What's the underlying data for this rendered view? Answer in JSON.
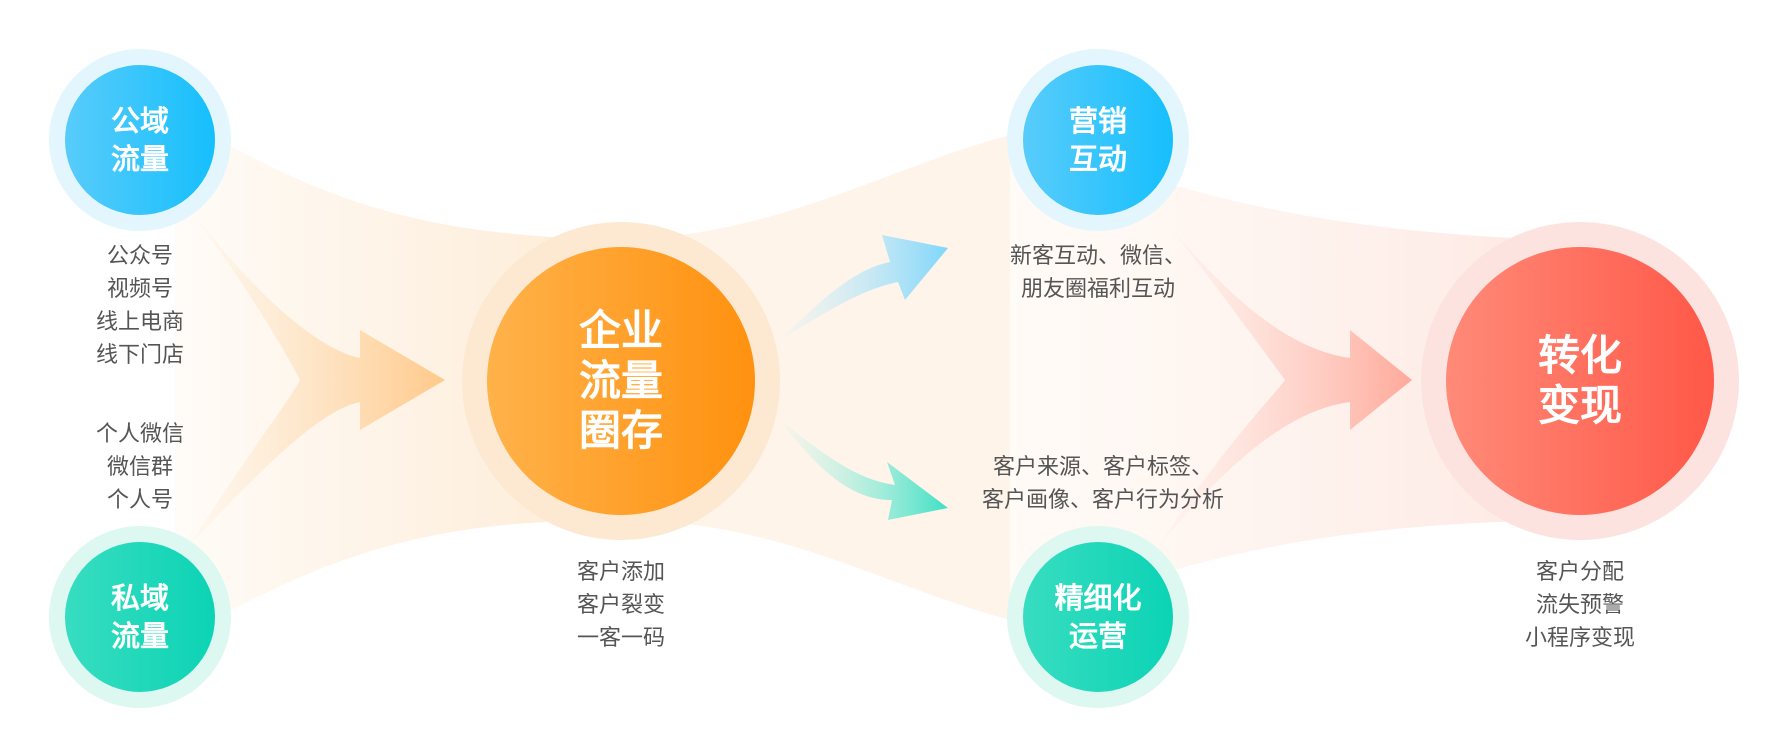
{
  "nodes": {
    "public_traffic": {
      "line1": "公域",
      "line2": "流量",
      "color": "#16bffc"
    },
    "private_traffic": {
      "line1": "私域",
      "line2": "流量",
      "color": "#0cd3b5"
    },
    "enterprise_pool": {
      "line1": "企业",
      "line2": "流量",
      "line3": "圈存",
      "color": "#ff910f"
    },
    "marketing": {
      "line1": "营销",
      "line2": "互动",
      "color": "#16bffc"
    },
    "refined_ops": {
      "line1": "精细化",
      "line2": "运营",
      "color": "#0cd3b5"
    },
    "conversion": {
      "line1": "转化",
      "line2": "变现",
      "color": "#ff5848"
    }
  },
  "captions": {
    "public_channels": [
      "公众号",
      "视频号",
      "线上电商",
      "线下门店"
    ],
    "private_channels": [
      "个人微信",
      "微信群",
      "个人号"
    ],
    "pool_actions": [
      "客户添加",
      "客户裂变",
      "一客一码"
    ],
    "marketing_actions": [
      "新客互动、微信、",
      "朋友圈福利互动"
    ],
    "ops_actions": [
      "客户来源、客户标签、",
      "客户画像、客户行为分析"
    ],
    "conversion_actions": [
      "客户分配",
      "流失预警",
      "小程序变现"
    ]
  },
  "colors": {
    "flow": "#fde5c8",
    "arrow_orange": "#ffc98a",
    "arrow_blue": "#7fd6fa",
    "arrow_teal": "#3fe0c4",
    "arrow_red": "#ffa99a"
  }
}
